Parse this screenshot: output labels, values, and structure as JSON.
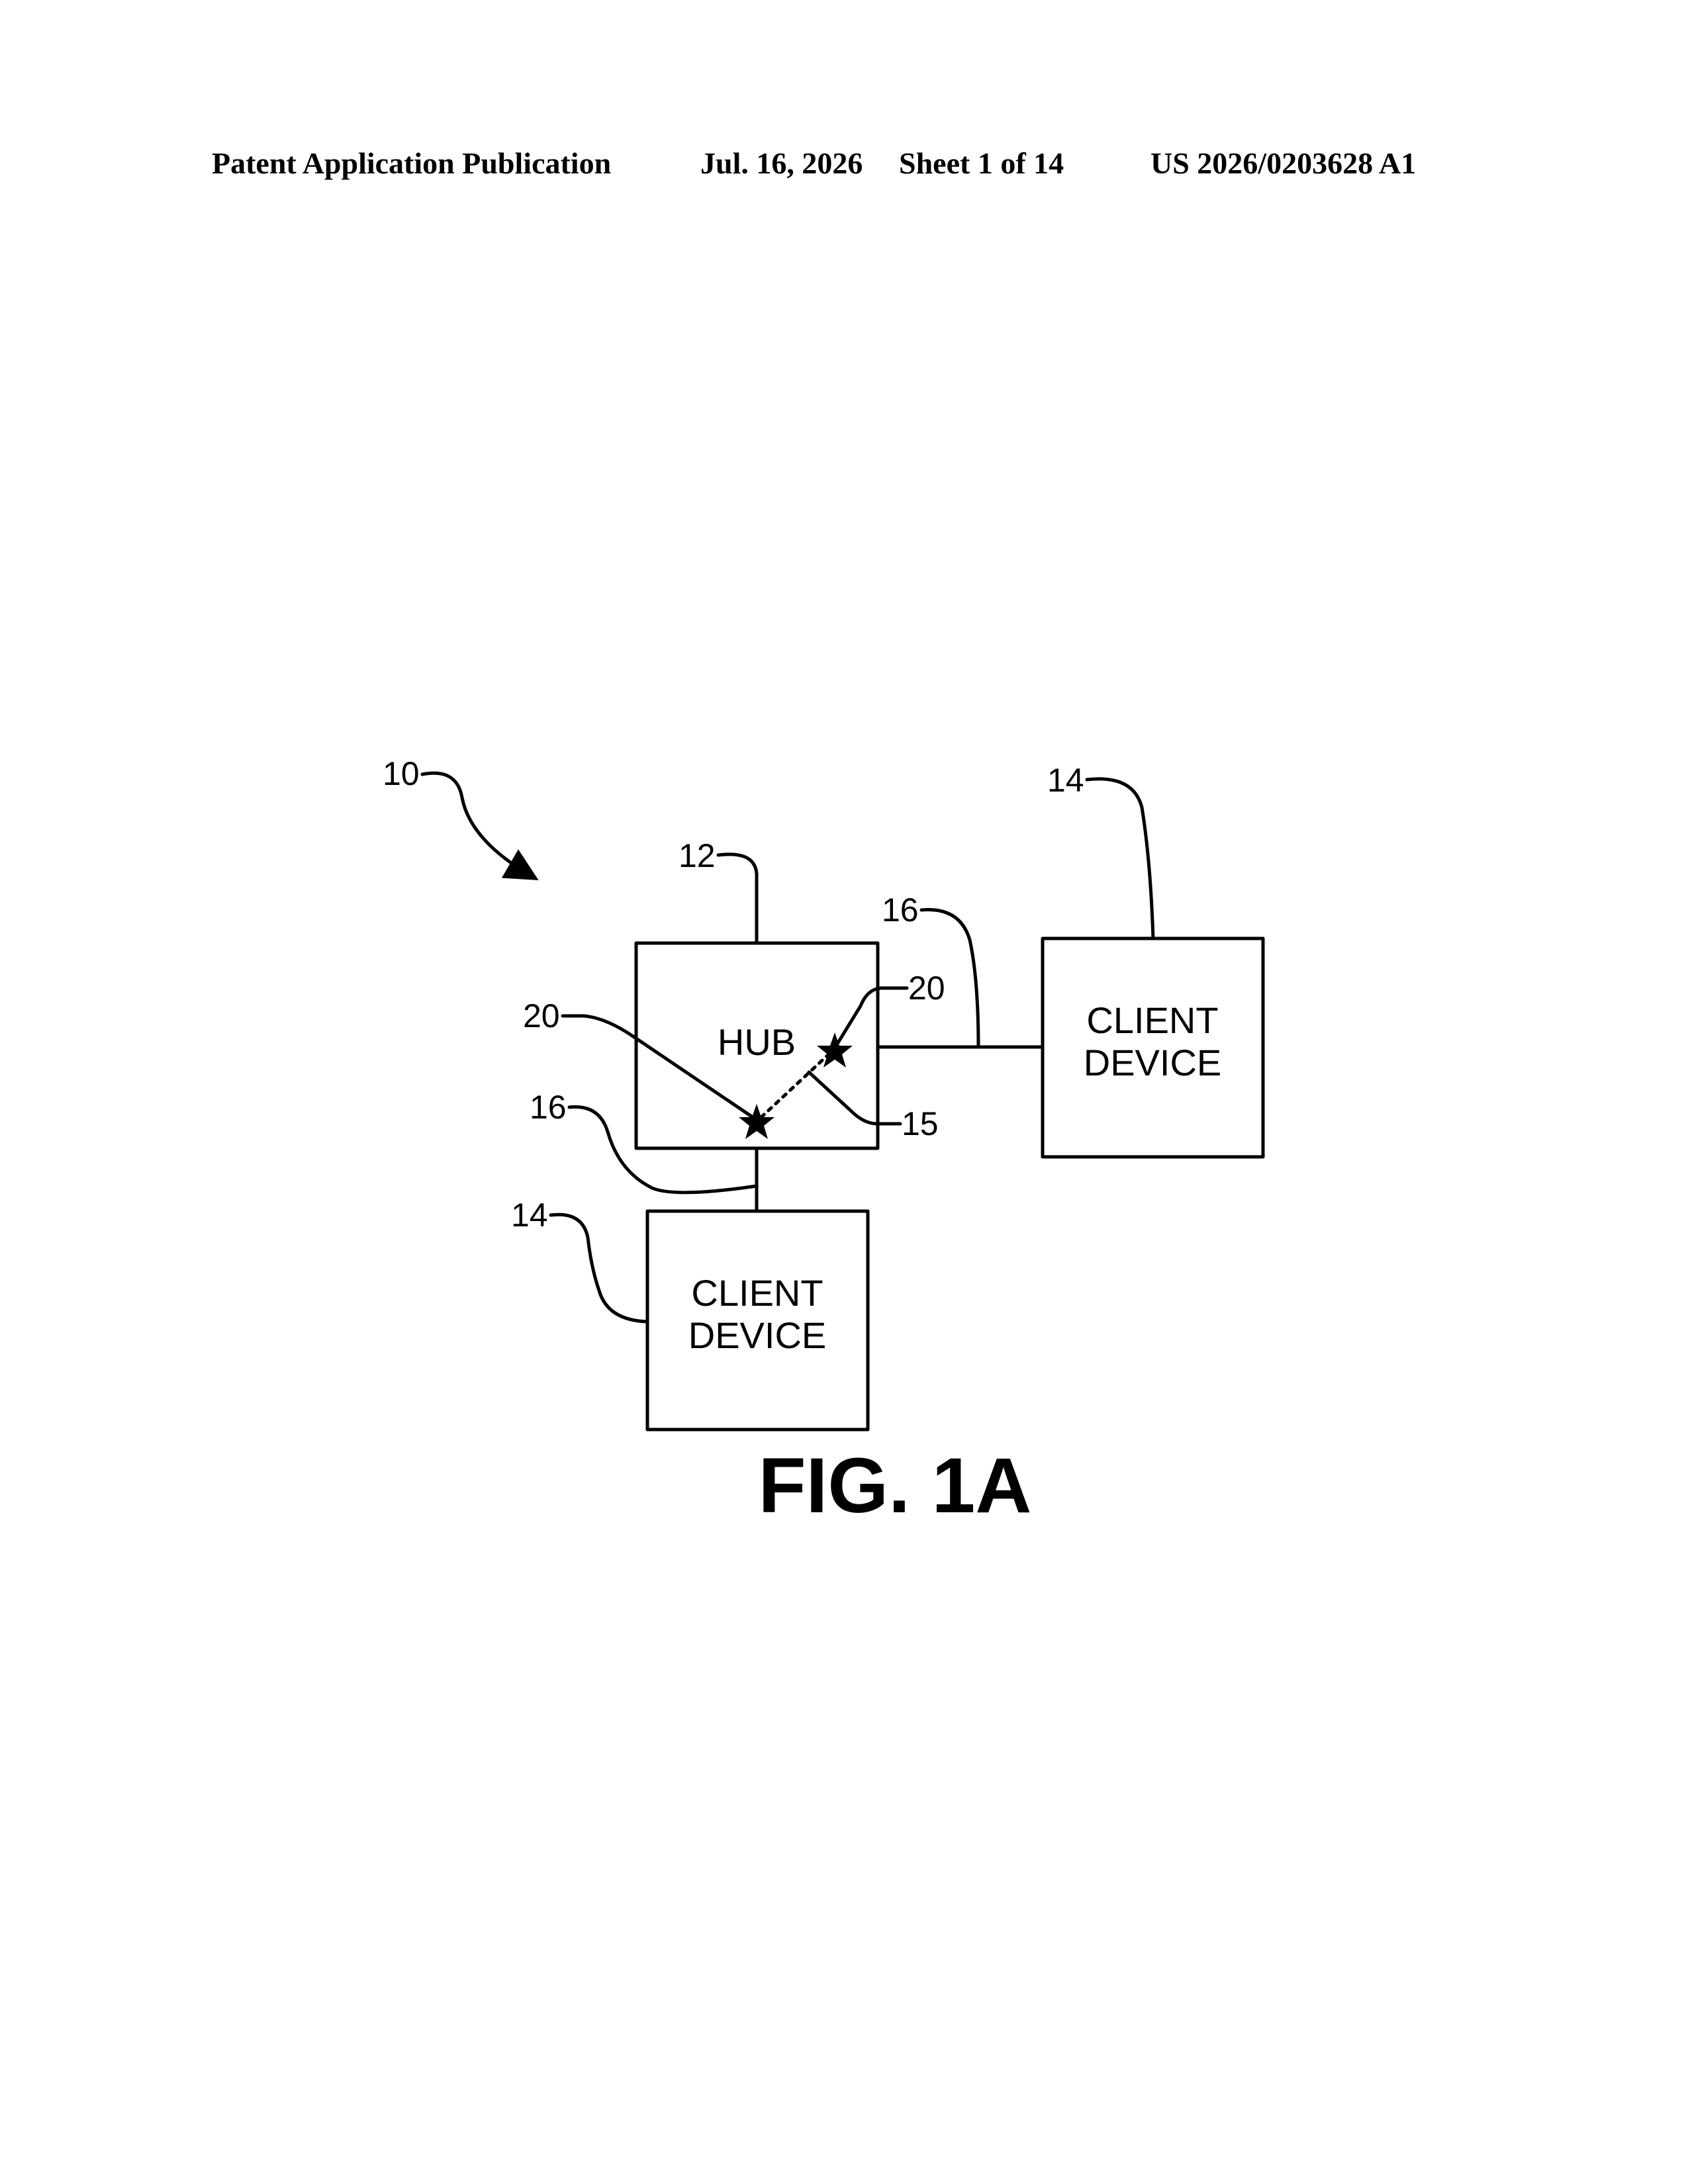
{
  "header": {
    "publication_type": "Patent Application Publication",
    "date": "Jul. 16, 2026",
    "sheet": "Sheet 1 of 14",
    "publication_number": "US 2026/0203628 A1"
  },
  "figure": {
    "caption": "FIG. 1A",
    "system_ref": "10",
    "hub": {
      "label": "HUB",
      "ref": "12"
    },
    "client_devices": [
      {
        "label_line1": "CLIENT",
        "label_line2": "DEVICE",
        "ref": "14"
      },
      {
        "label_line1": "CLIENT",
        "label_line2": "DEVICE",
        "ref": "14"
      }
    ],
    "connection_refs": [
      "16",
      "16"
    ],
    "port_refs": [
      "20",
      "20"
    ],
    "internal_link_ref": "15"
  }
}
